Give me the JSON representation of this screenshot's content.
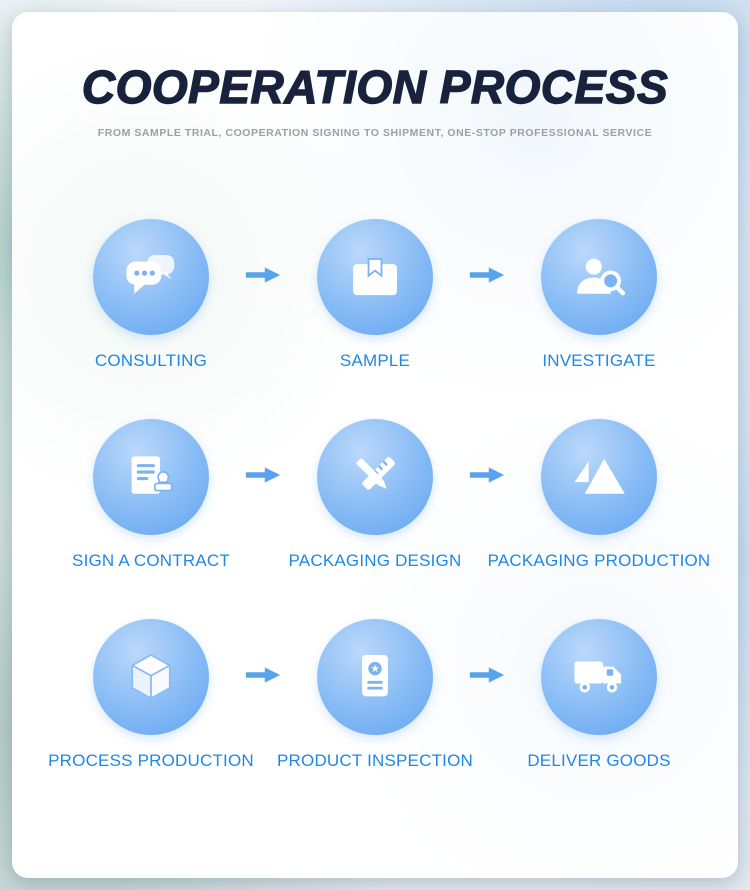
{
  "header": {
    "title": "COOPERATION PROCESS",
    "subtitle": "FROM SAMPLE TRIAL, COOPERATION SIGNING TO SHIPMENT, ONE-STOP PROFESSIONAL SERVICE"
  },
  "colors": {
    "title_text": "#18223c",
    "subtitle_text": "#9aa0a8",
    "step_label": "#1e88e5",
    "circle_gradient_top": "#bcd8fa",
    "circle_gradient_bottom": "#61a2f1",
    "arrow": "#58a2ee",
    "card_background": "#ffffff"
  },
  "steps": [
    {
      "label": "CONSULTING",
      "icon": "chat-bubbles-icon"
    },
    {
      "label": "SAMPLE",
      "icon": "package-box-icon"
    },
    {
      "label": "INVESTIGATE",
      "icon": "person-magnifier-icon"
    },
    {
      "label": "SIGN A CONTRACT",
      "icon": "contract-stamp-icon"
    },
    {
      "label": "PACKAGING DESIGN",
      "icon": "pencil-ruler-icon"
    },
    {
      "label": "PACKAGING PRODUCTION",
      "icon": "shapes-triangle-icon"
    },
    {
      "label": "PROCESS PRODUCTION",
      "icon": "cube-icon"
    },
    {
      "label": "PRODUCT INSPECTION",
      "icon": "certificate-star-icon"
    },
    {
      "label": "DELIVER GOODS",
      "icon": "truck-icon"
    }
  ]
}
